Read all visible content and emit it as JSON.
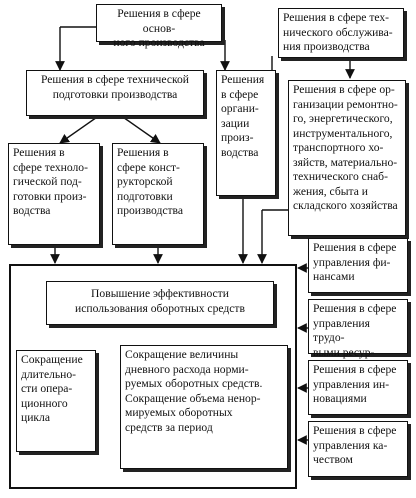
{
  "boxes": {
    "main_production": "Решения в сфере основ-\nного производства",
    "tech_service": "Решения в сфере тех-\nнического обслужива-\nния производства",
    "tech_preparation": "Решения в сфере технической\nподготовки производства",
    "org_production": "Решения\nв сфере\nоргани-\nзации\nпроиз-\nводства",
    "org_services": "Решения в сфере ор-\nганизации ремонтно-\nго, энергетического,\nинструментального,\nтранспортного хо-\nзяйств, материально-\nтехнического снаб-\nжения, сбыта и\nскладского хозяйства",
    "technological_prep": "Решения в\nсфере техноло-\nгической под-\nготовки произ-\nводства",
    "design_prep": "Решения в\nсфере конст-\nрукторской\nподготовки\nпроизводства",
    "finance": "Решения в сфере\nуправления фи-\nнансами",
    "labor": "Решения в сфере\nуправления трудо-\nвыми ресур-",
    "innovation": "Решения в сфере\nуправления ин-\nновациями",
    "quality": "Решения в сфере\nуправления ка-\nчеством",
    "efficiency": "Повышение эффективности\nиспользования оборотных средств",
    "cycle_reduction": "Сокращение\nдлительно-\nсти опера-\nционного\nцикла",
    "expense_reduction": "Сокращение величины\nдневного расхода норми-\nруемых оборотных средств.\nСокращение объема ненор-\nмируемых оборотных\nсредств за период"
  }
}
